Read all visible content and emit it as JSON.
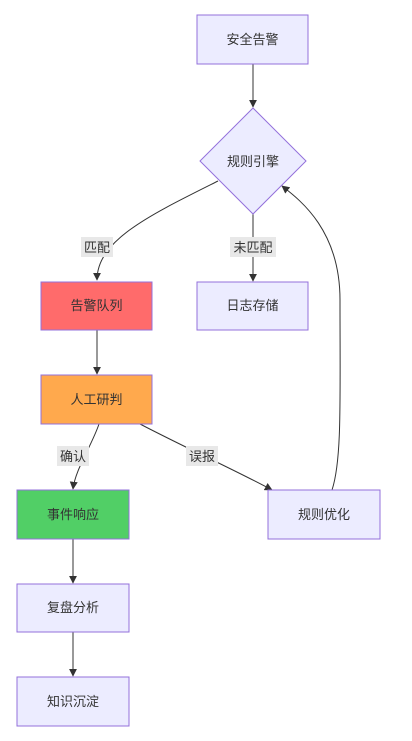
{
  "nodes": {
    "security_alert": "安全告警",
    "rule_engine": "规则引擎",
    "alert_queue": "告警队列",
    "log_storage": "日志存储",
    "manual_review": "人工研判",
    "event_response": "事件响应",
    "rule_optimize": "规则优化",
    "review_analysis": "复盘分析",
    "knowledge_deposit": "知识沉淀"
  },
  "edge_labels": {
    "match": "匹配",
    "no_match": "未匹配",
    "confirm": "确认",
    "false_positive": "误报"
  },
  "colors": {
    "default_fill": "#ECECFF",
    "default_stroke": "#9370DB",
    "alert_queue_fill": "#FF6B6B",
    "manual_review_fill": "#FFA94D",
    "event_response_fill": "#51CF66",
    "edge": "#333333",
    "label_bg": "#E8E8E8"
  }
}
